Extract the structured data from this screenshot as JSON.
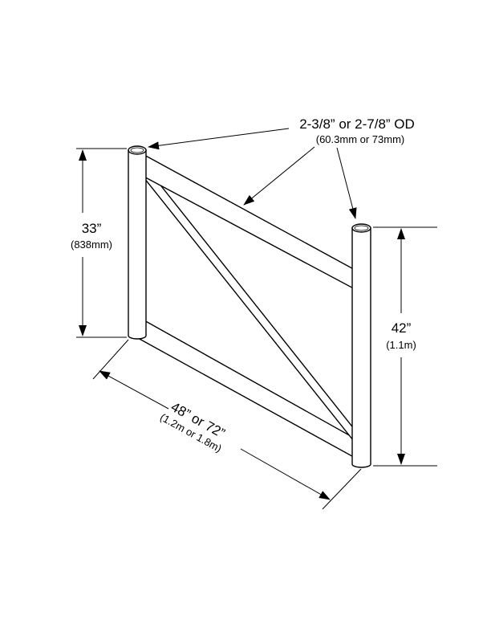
{
  "callout": {
    "od": "2-3/8” or 2-7/8” OD",
    "od_metric": "(60.3mm or 73mm)"
  },
  "dim_left": {
    "value": "33”",
    "metric": "(838mm)"
  },
  "dim_right": {
    "value": "42”",
    "metric": "(1.1m)"
  },
  "dim_length": {
    "value": "48” or 72”",
    "metric": "(1.2m or 1.8m)"
  }
}
